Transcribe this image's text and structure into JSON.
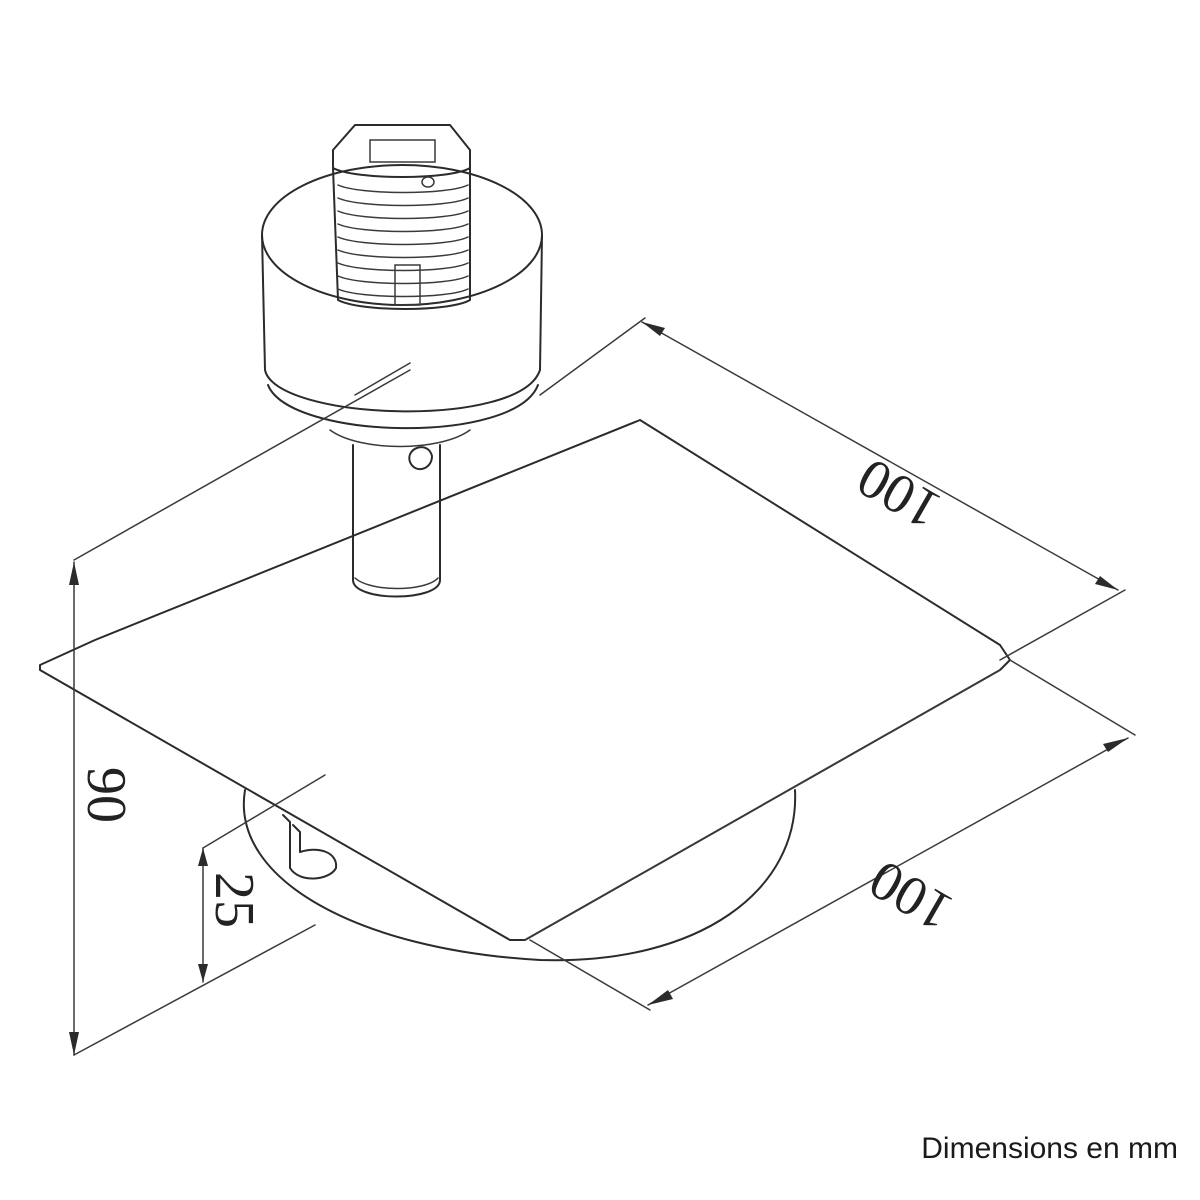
{
  "diagram": {
    "dimensions": {
      "top_width": "100",
      "bottom_width": "100",
      "height": "90",
      "offset": "25"
    }
  },
  "caption": "Dimensions en mm"
}
